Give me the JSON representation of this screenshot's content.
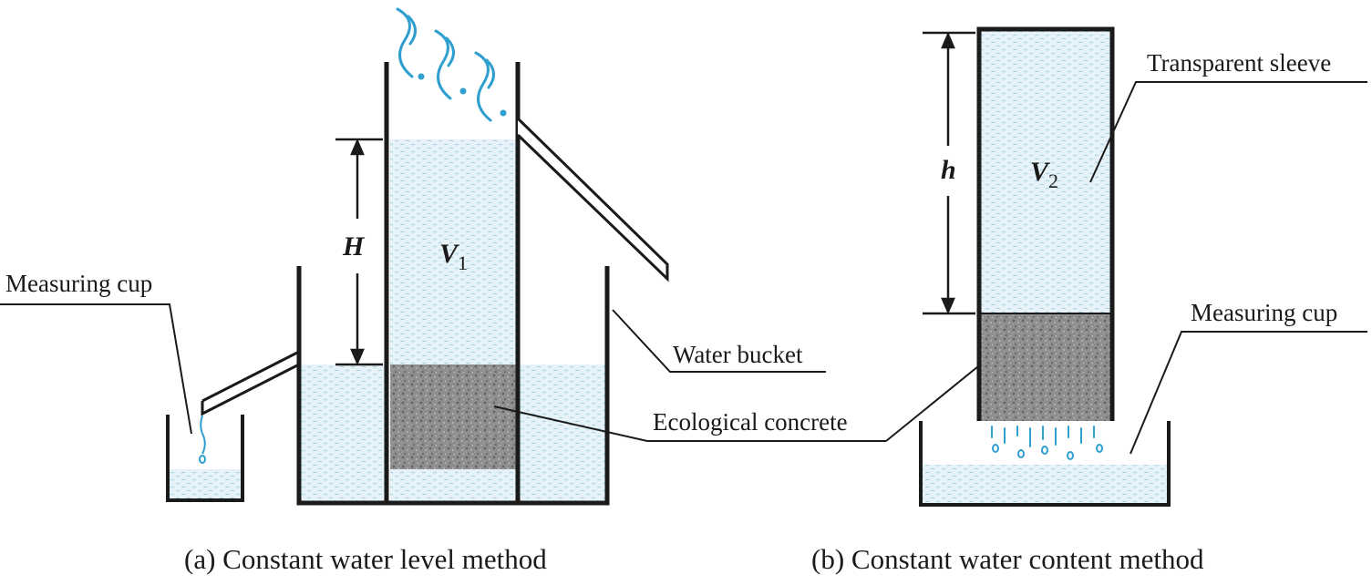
{
  "panel_a": {
    "caption": "(a) Constant water level method",
    "measuring_cup": "Measuring cup",
    "water_bucket": "Water bucket",
    "head_symbol": "H",
    "volume_symbol": "V",
    "volume_subscript": "1"
  },
  "panel_b": {
    "caption": "(b) Constant water content method",
    "measuring_cup": "Measuring cup",
    "transparent_sleeve": "Transparent sleeve",
    "head_symbol": "h",
    "volume_symbol": "V",
    "volume_subscript": "2"
  },
  "shared": {
    "ecological_concrete": "Ecological concrete"
  },
  "colors": {
    "water": "#e3f1f6",
    "water_dots": "#8ec7dc",
    "concrete": "#8a8a8a",
    "outline": "#1a1a1a",
    "splash": "#2f9fd0"
  }
}
